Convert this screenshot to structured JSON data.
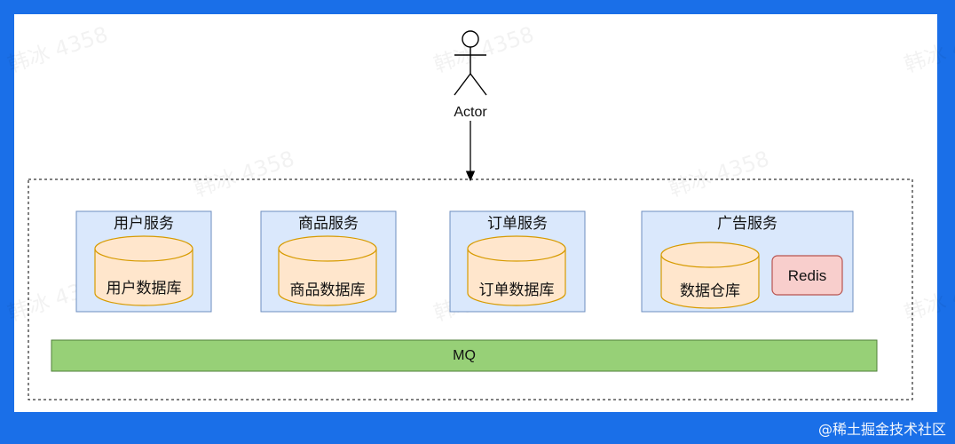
{
  "actor": {
    "label": "Actor"
  },
  "services": [
    {
      "title": "用户服务",
      "database": "用户数据库"
    },
    {
      "title": "商品服务",
      "database": "商品数据库"
    },
    {
      "title": "订单服务",
      "database": "订单数据库"
    },
    {
      "title": "广告服务",
      "database": "数据仓库",
      "cache": "Redis"
    }
  ],
  "mq": {
    "label": "MQ"
  },
  "watermark": {
    "text": "韩冰 4358"
  },
  "footer": {
    "brand": "@稀土掘金技术社区"
  },
  "colors": {
    "frame_background": "#1a6fe8",
    "service_fill": "#dae8fc",
    "service_stroke": "#6c8ebf",
    "database_fill": "#ffe6cc",
    "database_stroke": "#d79b00",
    "redis_fill": "#f8cecc",
    "redis_stroke": "#b85450",
    "mq_fill": "#97d077",
    "mq_stroke": "#4f7f3a"
  }
}
